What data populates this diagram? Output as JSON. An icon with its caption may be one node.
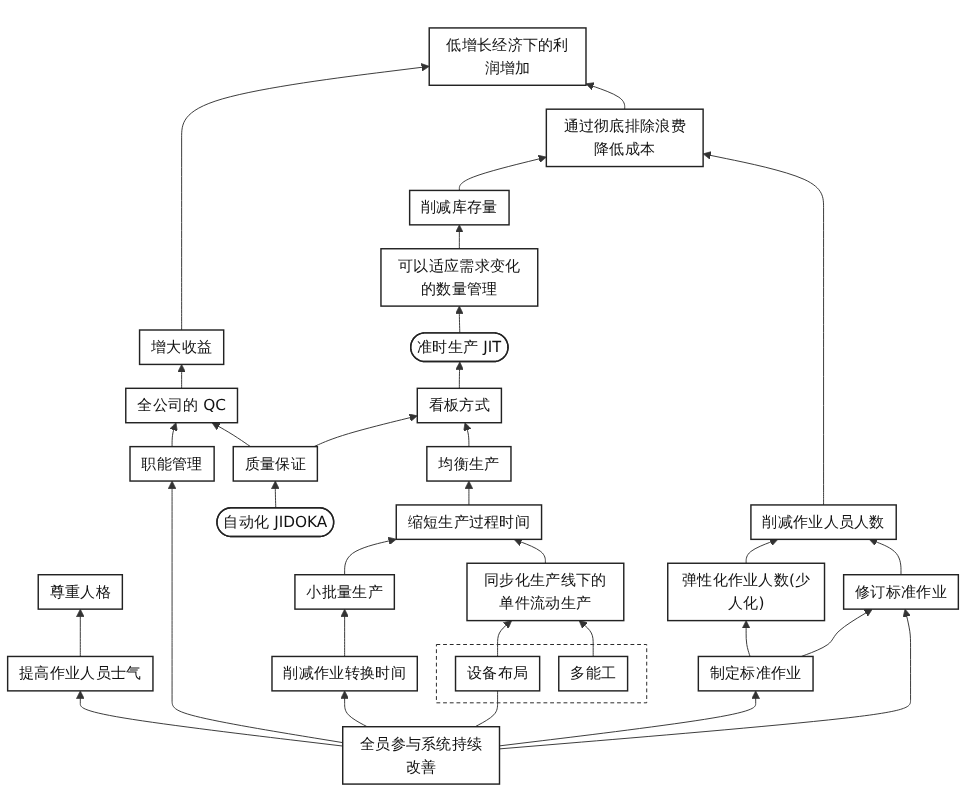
{
  "diagram": {
    "nodes": [
      {
        "text": [
          "低增长经济下的利润增加"
        ]
      },
      {
        "text": [
          "增大收益"
        ]
      },
      {
        "text": [
          "通过彻底排除浪费降低成本"
        ]
      },
      {
        "text": [
          "削减库存量"
        ]
      },
      {
        "text": [
          "削减作业人员人数"
        ]
      },
      {
        "text": [
          "全公司的 QC"
        ]
      },
      {
        "text": [
          "可以适应需求变化的数量管理"
        ]
      },
      {
        "text": [
          "准时生产 JIT"
        ]
      },
      {
        "text": [
          "弹性化作业人数(少人化)"
        ]
      },
      {
        "text": [
          "尊重人格"
        ]
      },
      {
        "text": [
          "看板方式"
        ]
      },
      {
        "text": [
          "提高作业人员士气"
        ]
      },
      {
        "text": [
          "质量保证"
        ]
      },
      {
        "text": [
          "均衡生产"
        ]
      },
      {
        "text": [
          "修订标准作业"
        ]
      },
      {
        "text": [
          "自动化 JIDOKA"
        ]
      },
      {
        "text": [
          "缩短生产过程时间"
        ]
      },
      {
        "text": [
          "小批量生产"
        ]
      },
      {
        "text": [
          "同步化生产线下的单件流动生产"
        ]
      },
      {
        "text": [
          "职能管理"
        ]
      },
      {
        "text": [
          "削减作业转换时间"
        ]
      },
      {
        "text": [],
        "shape": "box"
      },
      {
        "text": [
          "设备布局"
        ],
        "in": 21
      },
      {
        "text": [
          "多能工"
        ],
        "in": 21
      },
      {
        "text": [
          "制定标准作业"
        ]
      },
      {
        "text": [
          "全员参与系统持续改善"
        ]
      }
    ],
    "edges": [
      {
        "from": 1,
        "to": 0,
        "arrow": "to"
      },
      {
        "from": 2,
        "to": 0,
        "arrow": "to"
      },
      {
        "from": 3,
        "to": 2,
        "arrow": "to"
      },
      {
        "from": 4,
        "to": 2,
        "arrow": "to"
      },
      {
        "from": 5,
        "to": 1,
        "arrow": "to"
      },
      {
        "from": 6,
        "to": 3,
        "arrow": "to"
      },
      {
        "from": 7,
        "to": 6,
        "arrow": "to"
      },
      {
        "from": 8,
        "to": 4,
        "arrow": "to"
      },
      {
        "from": 14,
        "to": 4,
        "arrow": "to"
      },
      {
        "from": 10,
        "to": 7,
        "arrow": "to"
      },
      {
        "from": 11,
        "to": 9,
        "arrow": "to"
      },
      {
        "from": 12,
        "to": 5,
        "arrow": "to"
      },
      {
        "from": 12,
        "to": 10,
        "arrow": "to"
      },
      {
        "from": 13,
        "to": 10,
        "arrow": "to"
      },
      {
        "from": 15,
        "to": 12,
        "arrow": "to"
      },
      {
        "from": 16,
        "to": 13,
        "arrow": "to"
      },
      {
        "from": 17,
        "to": 16,
        "arrow": "to"
      },
      {
        "from": 18,
        "to": 16,
        "arrow": "to"
      },
      {
        "from": 19,
        "to": 5,
        "arrow": "to"
      },
      {
        "from": 20,
        "to": 17,
        "arrow": "to"
      },
      {
        "from": 22,
        "to": 18,
        "arrow": "to"
      },
      {
        "from": 23,
        "to": 18,
        "arrow": "to"
      },
      {
        "from": 24,
        "to": 8,
        "arrow": "to"
      },
      {
        "from": 24,
        "to": 14,
        "arrow": "to"
      },
      {
        "from": 25,
        "to": 11,
        "arrow": "to"
      },
      {
        "from": 25,
        "to": 19,
        "arrow": "to"
      },
      {
        "from": 25,
        "to": 20,
        "arrow": "to"
      },
      {
        "from": 25,
        "to": 22,
        "arrow": "none"
      },
      {
        "from": 25,
        "to": 24,
        "arrow": "to"
      },
      {
        "from": 25,
        "to": 14,
        "arrow": "to"
      }
    ]
  }
}
